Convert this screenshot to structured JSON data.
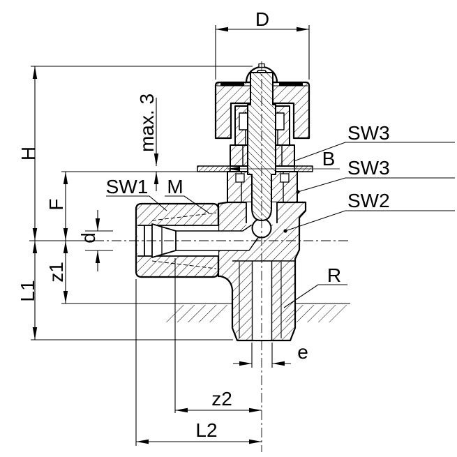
{
  "drawing": {
    "labels": {
      "D": "D",
      "H": "H",
      "F": "F",
      "d": "d",
      "z1": "z1",
      "L1": "L1",
      "max3": "max. 3",
      "SW1": "SW1",
      "M": "M",
      "B": "B",
      "SW3_upper": "SW3",
      "SW3_lower": "SW3",
      "SW2": "SW2",
      "R": "R",
      "e": "e",
      "z2": "z2",
      "L2": "L2"
    },
    "colors": {
      "line": "#000000",
      "background": "#ffffff"
    }
  }
}
